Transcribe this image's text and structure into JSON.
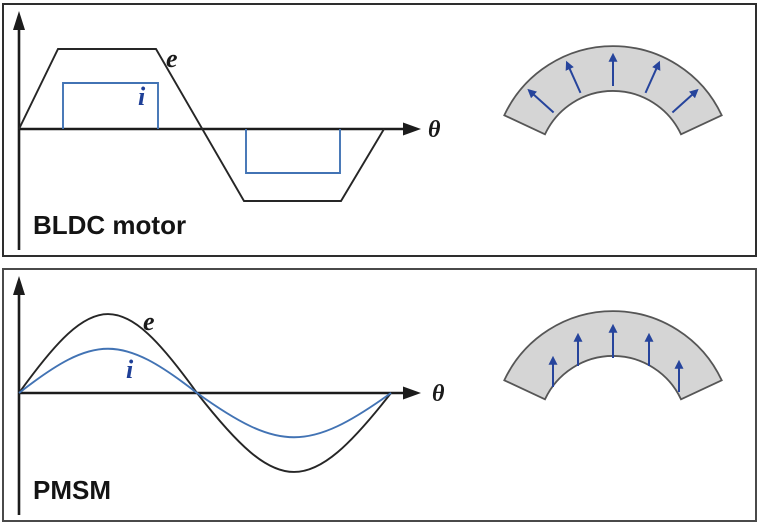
{
  "figure": {
    "description_visible_text_only": true,
    "colors": {
      "emf_black": "#262626",
      "current_blue": "#4273b4",
      "current_label_blue": "#1e3f97",
      "magnet_arrow_blue": "#26449c",
      "magnet_fill": "#d5d5d5",
      "magnet_stroke": "#565656",
      "axis_black": "#1c1c1c",
      "panel_border": "#2e2e2e"
    }
  },
  "panels": [
    {
      "id": "bldc",
      "title": "BLDC motor",
      "axis_label": "θ",
      "emf_label": "e",
      "current_label": "i",
      "emf_waveform": "trapezoidal",
      "current_waveform": "rectangular",
      "magnet": {
        "shape": "arc-segment",
        "arrow_count": 5,
        "arrow_direction": "radial-outward"
      }
    },
    {
      "id": "pmsm",
      "title": "PMSM",
      "axis_label": "θ",
      "emf_label": "e",
      "current_label": "i",
      "emf_waveform": "sinusoidal",
      "current_waveform": "sinusoidal",
      "emf_to_current_amplitude_ratio": 1.8,
      "magnet": {
        "shape": "arc-segment",
        "arrow_count": 5,
        "arrow_direction": "parallel-up"
      }
    }
  ]
}
